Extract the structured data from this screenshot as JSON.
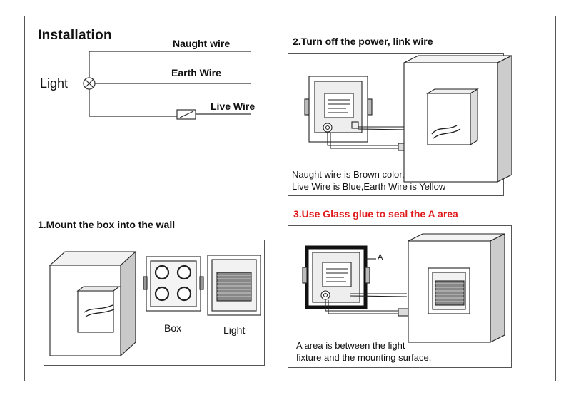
{
  "installation": {
    "title": "Installation",
    "light_label": "Light",
    "naught_wire": "Naught wire",
    "earth_wire": "Earth Wire",
    "live_wire": "Live Wire"
  },
  "step1": {
    "title": "1.Mount the box into the wall",
    "box_label": "Box",
    "light_label": "Light"
  },
  "step2": {
    "title": "2.Turn off the power, link wire",
    "note_line1": "Naught wire is Brown color,",
    "note_line2": "Live Wire is Blue,Earth Wire is Yellow"
  },
  "step3": {
    "title": "3.Use Glass glue to seal the A area",
    "title_color": "#e01b1b",
    "a_marker": "A",
    "note_line1": "A area is between the light",
    "note_line2": "fixture and the mounting surface."
  }
}
